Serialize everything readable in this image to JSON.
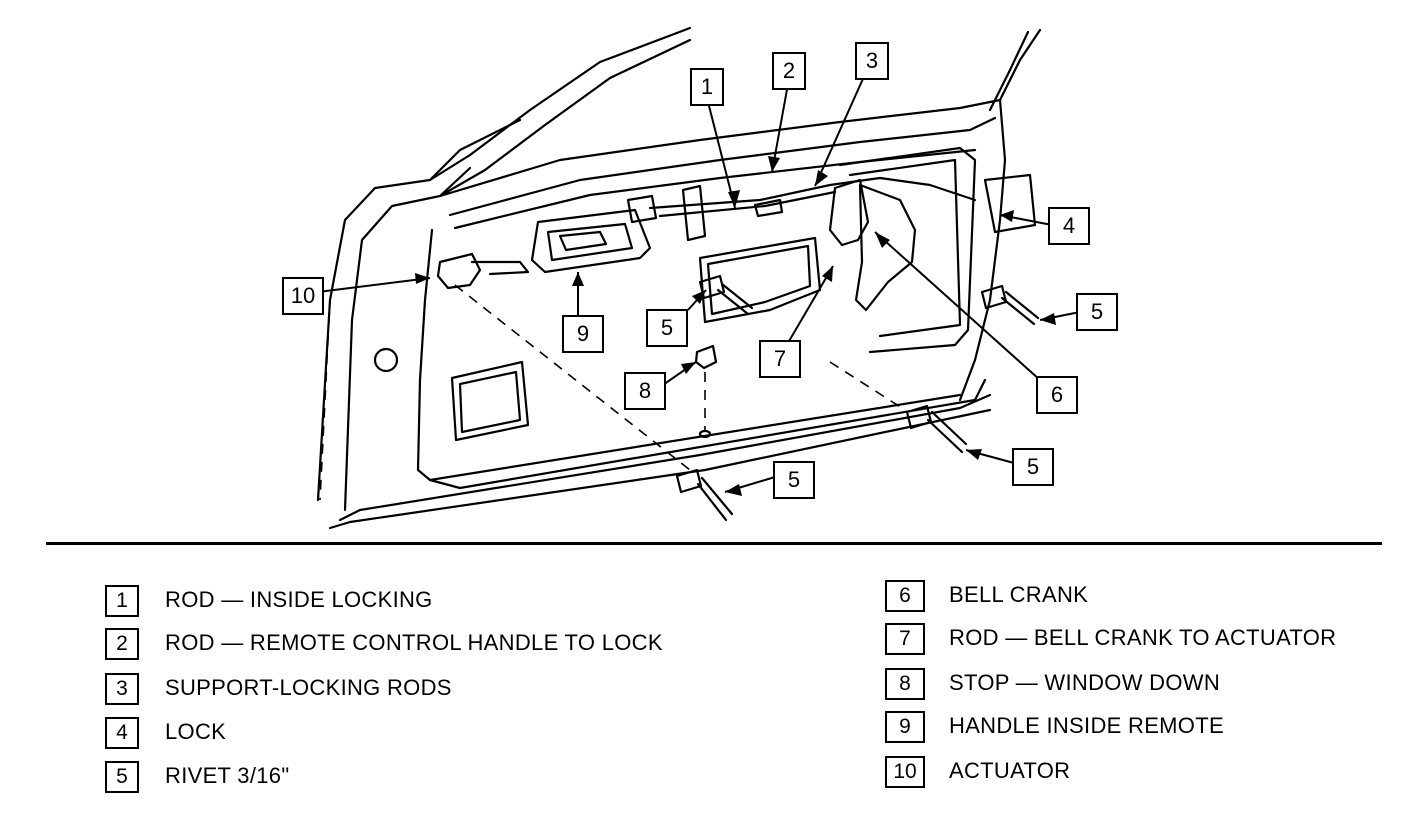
{
  "diagram": {
    "callouts": [
      {
        "id": "c1",
        "text": "1"
      },
      {
        "id": "c2",
        "text": "2"
      },
      {
        "id": "c3",
        "text": "3"
      },
      {
        "id": "c4",
        "text": "4"
      },
      {
        "id": "c5a",
        "text": "5"
      },
      {
        "id": "c5b",
        "text": "5"
      },
      {
        "id": "c5c",
        "text": "5"
      },
      {
        "id": "c5d",
        "text": "5"
      },
      {
        "id": "c6",
        "text": "6"
      },
      {
        "id": "c7",
        "text": "7"
      },
      {
        "id": "c8",
        "text": "8"
      },
      {
        "id": "c9",
        "text": "9"
      },
      {
        "id": "c10",
        "text": "10"
      }
    ]
  },
  "legend": {
    "items": [
      {
        "num": "1",
        "label": "ROD — INSIDE LOCKING"
      },
      {
        "num": "2",
        "label": "ROD — REMOTE CONTROL HANDLE TO LOCK"
      },
      {
        "num": "3",
        "label": "SUPPORT-LOCKING RODS"
      },
      {
        "num": "4",
        "label": "LOCK"
      },
      {
        "num": "5",
        "label": "RIVET 3/16\""
      },
      {
        "num": "6",
        "label": "BELL CRANK"
      },
      {
        "num": "7",
        "label": "ROD — BELL CRANK TO ACTUATOR"
      },
      {
        "num": "8",
        "label": "STOP — WINDOW DOWN"
      },
      {
        "num": "9",
        "label": "HANDLE INSIDE REMOTE"
      },
      {
        "num": "10",
        "label": "ACTUATOR"
      }
    ]
  }
}
